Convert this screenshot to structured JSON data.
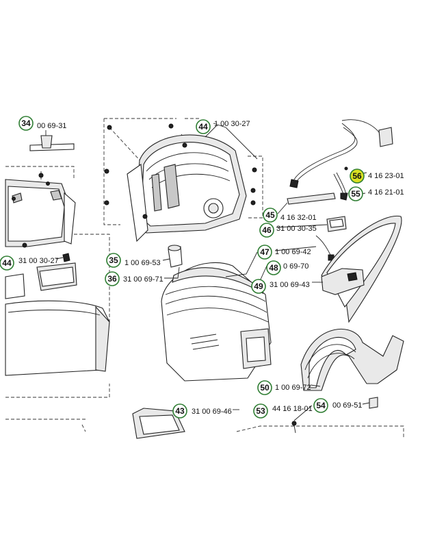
{
  "colors": {
    "circle_stroke": "#2e7d32",
    "circle_fill": "#ffffff",
    "highlight_fill": "#d9e021",
    "line": "#222222"
  },
  "callouts": [
    {
      "id": "34",
      "part": "00 69-31"
    },
    {
      "id": "44",
      "part": "1 00 30-27"
    },
    {
      "id": "56",
      "part": "4 16 23-01",
      "highlighted": true
    },
    {
      "id": "55",
      "part": "4 16 21-01"
    },
    {
      "id": "45",
      "part": "4 16 32-01"
    },
    {
      "id": "46",
      "part": "31 00 30-35"
    },
    {
      "id": "47",
      "part": "1 00 69-42"
    },
    {
      "id": "48",
      "part": "0 69-70"
    },
    {
      "id": "49",
      "part": "31 00 69-43"
    },
    {
      "id": "35",
      "part": "1 00 69-53"
    },
    {
      "id": "36",
      "part": "31 00 69-71"
    },
    {
      "id": "44b",
      "label": "44",
      "part": "31 00 30-27"
    },
    {
      "id": "50",
      "part": "1 00 69-72"
    },
    {
      "id": "43",
      "part": "31 00 69-46"
    },
    {
      "id": "53",
      "part": "44 16 18-01"
    },
    {
      "id": "54",
      "part": "00 69-51"
    }
  ]
}
